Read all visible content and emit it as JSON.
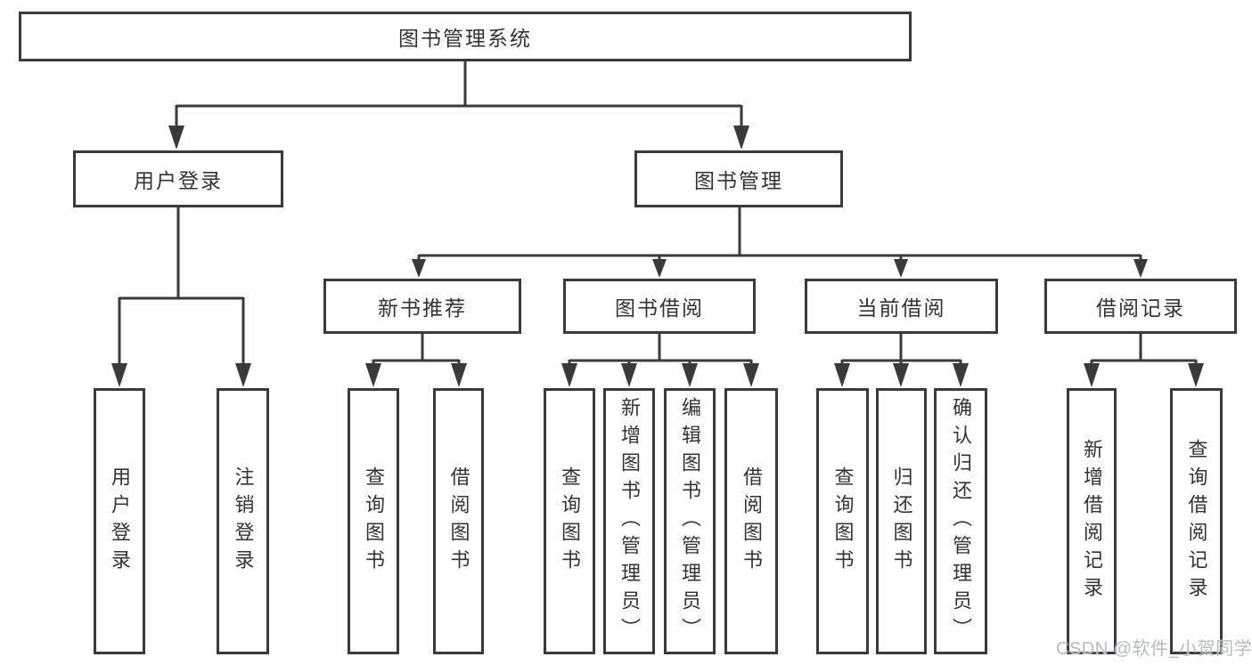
{
  "diagram": {
    "title": "图书管理系统",
    "root": "图书管理系统",
    "level2": [
      "用户登录",
      "图书管理"
    ],
    "level3": [
      "新书推荐",
      "图书借阅",
      "当前借阅",
      "借阅记录"
    ],
    "leaves": {
      "g1": [
        "用户登录",
        "注销登录"
      ],
      "g2": [
        "查询图书",
        "借阅图书"
      ],
      "g3": [
        "查询图书",
        "新增图书（管理员）",
        "编辑图书（管理员）",
        "借阅图书"
      ],
      "g4": [
        "查询图书",
        "归还图书",
        "确认归还（管理员）"
      ],
      "g5": [
        "新增借阅记录",
        "查询借阅记录"
      ]
    },
    "watermark": "CSDN @软件_小贺同学",
    "colors": {
      "line": "#3a3a3a",
      "text": "#333333",
      "box_background": "#ffffff",
      "watermark": "#b7bac0",
      "background": "#ffffff"
    }
  }
}
